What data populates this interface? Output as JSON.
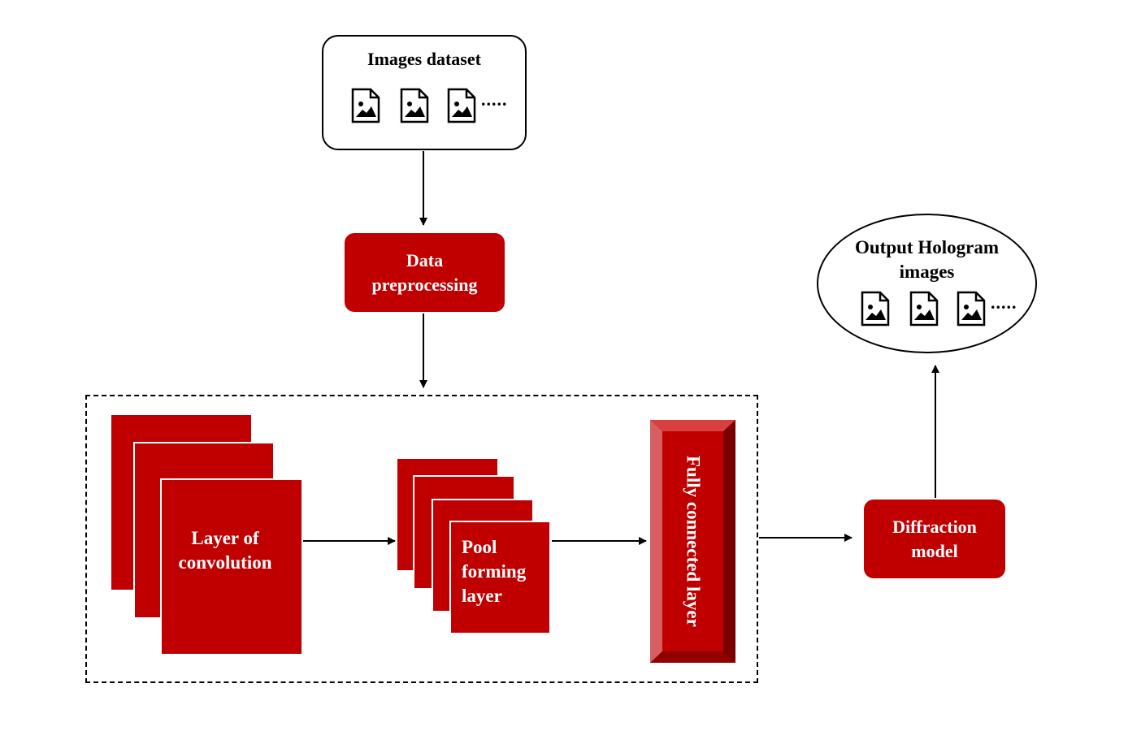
{
  "dataset": {
    "title": "Images dataset",
    "icons": [
      "image-file-icon",
      "image-file-icon",
      "image-file-icon"
    ],
    "more": "....."
  },
  "preprocessing": {
    "label": "Data\npreprocessing"
  },
  "convolution": {
    "label": "Layer of\nconvolution"
  },
  "pooling": {
    "label": "Pool\nforming\n layer"
  },
  "fully_connected": {
    "label": "Fully connected layer"
  },
  "diffraction": {
    "label": "Diffraction\nmodel"
  },
  "output": {
    "title": "Output Hologram\nimages",
    "icons": [
      "image-file-icon",
      "image-file-icon",
      "image-file-icon"
    ],
    "more": "....."
  },
  "colors": {
    "accent": "#c00000",
    "line": "#000000"
  }
}
